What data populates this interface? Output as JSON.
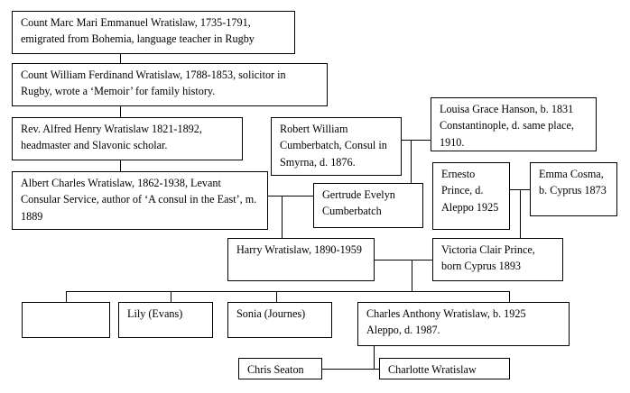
{
  "tree": {
    "people": {
      "marc": "Count Marc Mari Emmanuel Wratislaw, 1735-1791, emigrated from Bohemia, language teacher in Rugby",
      "william": "Count William Ferdinand Wratislaw, 1788-1853, solicitor in Rugby, wrote a ‘Memoir’ for family history.",
      "alfred": "Rev. Alfred Henry Wratislaw 1821-1892, headmaster and Slavonic scholar.",
      "albert": "Albert Charles Wratislaw, 1862-1938, Levant Consular Service, author of ‘A consul in the East’, m. 1889",
      "robert": "Robert William Cumberbatch, Consul in Smyrna, d. 1876.",
      "louisa": "Louisa Grace Hanson, b. 1831 Constantinople, d. same place, 1910.",
      "gertrude": "Gertrude Evelyn Cumberbatch",
      "ernesto": "Ernesto Prince, d. Aleppo 1925",
      "emma": "Emma Cosma, b. Cyprus 1873",
      "harry": "Harry Wratislaw, 1890-1959",
      "victoria": "Victoria Clair Prince, born Cyprus 1893",
      "unnamed_child": "",
      "lily": "Lily (Evans)",
      "sonia": "Sonia (Journes)",
      "charles": "Charles Anthony Wratislaw, b. 1925 Aleppo, d. 1987.",
      "chris": "Chris Seaton",
      "charlotte": "Charlotte Wratislaw"
    }
  }
}
